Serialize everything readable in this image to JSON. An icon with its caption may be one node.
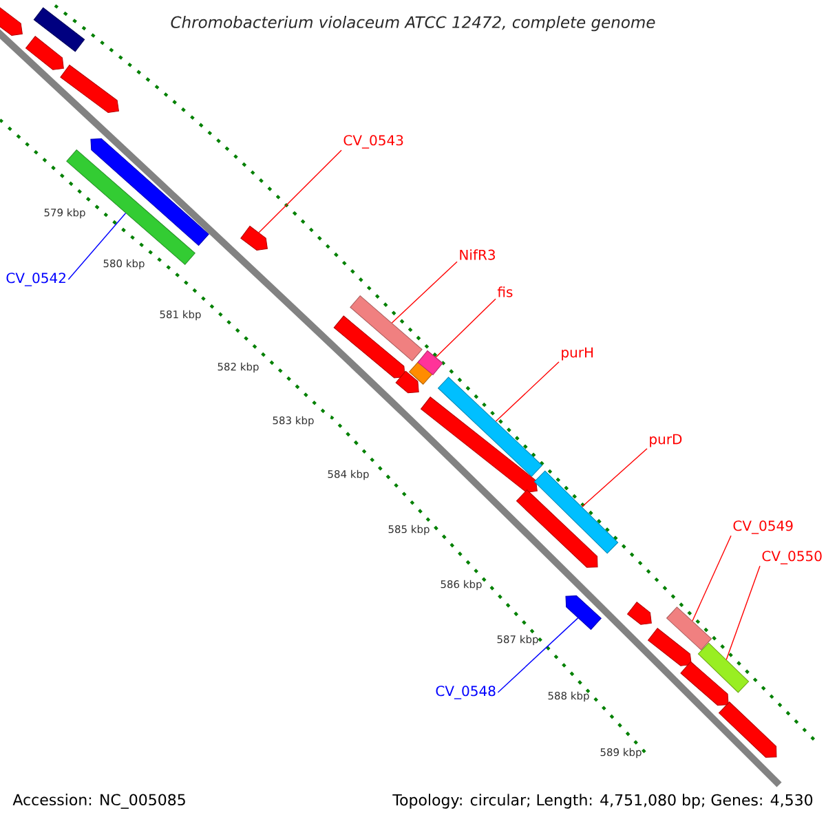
{
  "diagram": {
    "title": "Chromobacterium violaceum ATCC 12472, complete genome",
    "nodes": [
      {
        "text": [
          "CV_0543"
        ]
      },
      {
        "text": [
          "NifR3"
        ]
      },
      {
        "text": [
          "CV_0542"
        ]
      },
      {
        "text": [
          "fis"
        ]
      },
      {
        "text": [
          "purH"
        ]
      },
      {
        "text": [
          "purD"
        ]
      },
      {
        "text": [
          "CV_0549"
        ]
      },
      {
        "text": [
          "CV_0550"
        ]
      },
      {
        "text": [
          "CV_0548"
        ]
      },
      {
        "text": [],
        "shape": "bar"
      },
      {
        "text": [],
        "shape": "bar"
      },
      {
        "text": [],
        "shape": "bar"
      },
      {
        "text": [],
        "shape": "bar"
      },
      {
        "text": [],
        "shape": "bar"
      },
      {
        "text": [],
        "shape": "bar"
      },
      {
        "text": [],
        "shape": "bar"
      },
      {
        "text": [],
        "shape": "bar"
      },
      {
        "text": [],
        "shape": "bar"
      },
      {
        "text": [],
        "shape": "bar"
      },
      {
        "text": [],
        "shape": "bar"
      },
      {
        "text": [],
        "shape": "bar"
      },
      {
        "text": [],
        "shape": "bar"
      },
      {
        "text": [],
        "shape": "bar"
      },
      {
        "text": [],
        "shape": "bar"
      },
      {
        "text": [],
        "shape": "bar"
      },
      {
        "text": [],
        "shape": "bar"
      },
      {
        "text": [],
        "shape": "bar"
      },
      {
        "text": [],
        "shape": "bar"
      },
      {
        "text": [],
        "shape": "bar"
      },
      {
        "text": [],
        "shape": "bar"
      },
      {
        "text": [],
        "shape": "bar"
      },
      {
        "text": [],
        "shape": "bar"
      }
    ],
    "edges": [
      {
        "from": 0,
        "to": 15,
        "arrow": "none"
      },
      {
        "from": 1,
        "to": 17,
        "arrow": "none"
      },
      {
        "from": 2,
        "to": 13,
        "arrow": "none",
        "color": "#0000ff"
      },
      {
        "from": 3,
        "to": 20,
        "arrow": "none"
      },
      {
        "from": 4,
        "to": 22,
        "arrow": "none"
      },
      {
        "from": 5,
        "to": 24,
        "arrow": "none"
      },
      {
        "from": 6,
        "to": 28,
        "arrow": "none"
      },
      {
        "from": 7,
        "to": 30,
        "arrow": "none"
      },
      {
        "from": 8,
        "to": 25,
        "arrow": "none",
        "color": "#0000ff"
      }
    ],
    "labels": [
      "579 kbp",
      "580 kbp",
      "581 kbp",
      "582 kbp",
      "583 kbp",
      "584 kbp",
      "585 kbp",
      "586 kbp",
      "587 kbp",
      "588 kbp",
      "589 kbp",
      "Accession: NC_005085",
      "Topology: circular; Length: 4,751,080 bp; Genes: 4,530"
    ]
  }
}
